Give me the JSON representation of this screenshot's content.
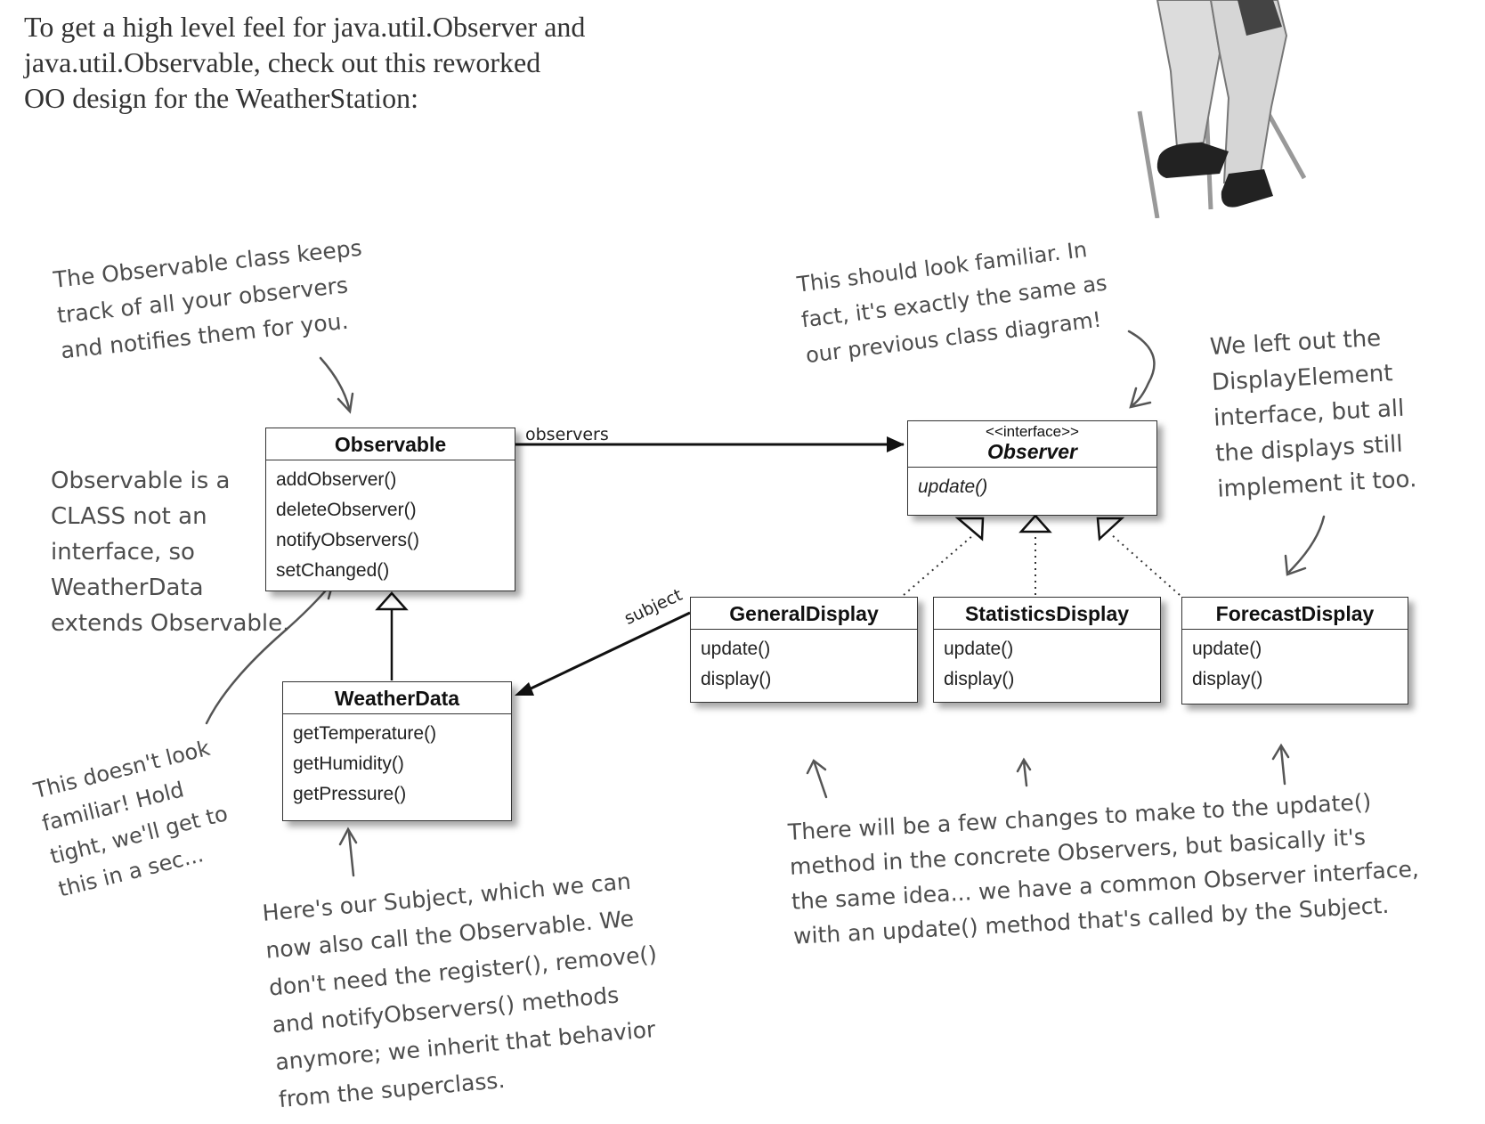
{
  "intro": {
    "lines": [
      "To get a high level feel for java.util.Observer and",
      "java.util.Observable, check out this reworked",
      "OO design for the WeatherStation:"
    ]
  },
  "classes": {
    "observable": {
      "name": "Observable",
      "methods": [
        "addObserver()",
        "deleteObserver()",
        "notifyObservers()",
        "setChanged()"
      ]
    },
    "observer": {
      "stereotype": "<<interface>>",
      "name": "Observer",
      "methods": [
        "update()"
      ]
    },
    "weatherdata": {
      "name": "WeatherData",
      "methods": [
        "getTemperature()",
        "getHumidity()",
        "getPressure()"
      ]
    },
    "general": {
      "name": "GeneralDisplay",
      "methods": [
        "update()",
        "display()"
      ]
    },
    "statistics": {
      "name": "StatisticsDisplay",
      "methods": [
        "update()",
        "display()"
      ]
    },
    "forecast": {
      "name": "ForecastDisplay",
      "methods": [
        "update()",
        "display()"
      ]
    }
  },
  "labels": {
    "observers": "observers",
    "subject": "subject"
  },
  "notes": {
    "observable_keeps": [
      "The Observable class keeps",
      "track of all your observers",
      "and notifies them for you."
    ],
    "looks_familiar": [
      "This should look familiar. In",
      "fact, it's exactly the same as",
      "our previous class diagram!"
    ],
    "left_out": [
      "We left out the",
      "DisplayElement",
      "interface, but all",
      "the displays still",
      "implement it too."
    ],
    "is_class": [
      "Observable is a",
      "CLASS not an",
      "interface, so",
      "WeatherData",
      "extends Observable."
    ],
    "doesnt_look": [
      "This doesn't look",
      "familiar! Hold",
      "tight, we'll get to",
      "this in a sec..."
    ],
    "subject_note": [
      "Here's our Subject, which we can",
      "now also call the Observable.  We",
      "don't need the register(), remove()",
      "and notifyObservers() methods",
      "anymore; we inherit that behavior",
      "from the superclass."
    ],
    "changes": [
      "There will be a few changes to make to the update()",
      "method in the concrete Observers, but basically it's",
      "the same idea... we have a common Observer interface,",
      "with an update() method that's called by the Subject."
    ]
  }
}
